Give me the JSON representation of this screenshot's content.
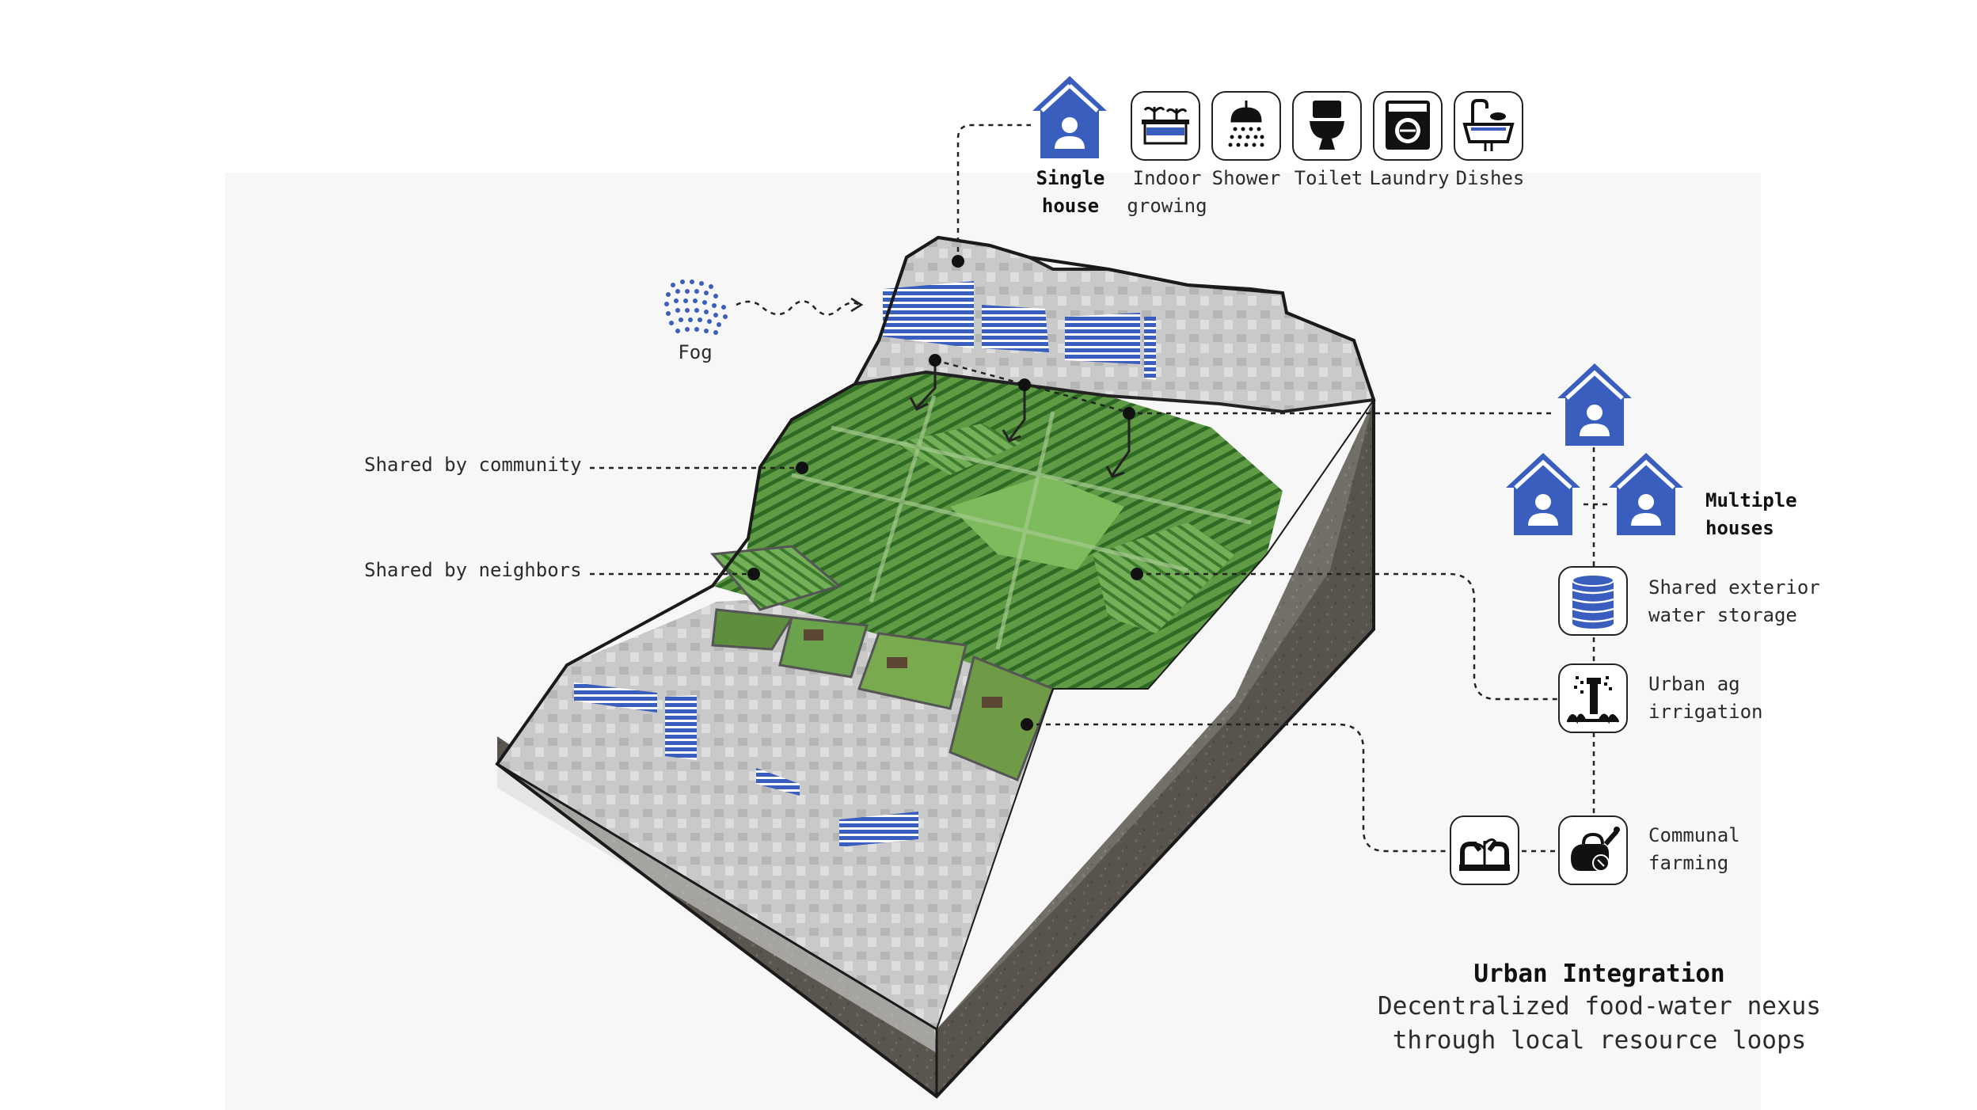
{
  "colors": {
    "accent_blue": "#3a5ebd",
    "grass": "#6aa84f",
    "grass_dark": "#3f7a2c",
    "soil_dark": "#4a4640",
    "soil_mid": "#6e6a63",
    "buildings": "#cfcfcf",
    "panel": "#f7f7f7"
  },
  "labels": {
    "fog": "Fog",
    "shared_by_community": "Shared by community",
    "shared_by_neighbors": "Shared by neighbors",
    "single_house_line1": "Single",
    "single_house_line2": "house",
    "indoor_growing_line1": "Indoor",
    "indoor_growing_line2": "growing",
    "shower": "Shower",
    "toilet": "Toilet",
    "laundry": "Laundry",
    "dishes": "Dishes",
    "multiple_houses_line1": "Multiple",
    "multiple_houses_line2": "houses",
    "shared_storage_line1": "Shared exterior",
    "shared_storage_line2": "water storage",
    "urban_ag_line1": "Urban ag",
    "urban_ag_line2": "irrigation",
    "communal_line1": "Communal",
    "communal_line2": "farming"
  },
  "title_block": {
    "title": "Urban Integration",
    "subtitle": "Decentralized food-water nexus\nthrough local resource loops"
  },
  "icons": {
    "single_house": "house-person-icon",
    "indoor_growing": "planter-icon",
    "shower": "shower-icon",
    "toilet": "toilet-icon",
    "laundry": "washing-machine-icon",
    "dishes": "sink-icon",
    "storage": "water-tank-icon",
    "irrigation": "sprinkler-icon",
    "communal_a": "hands-plant-icon",
    "communal_b": "watering-can-icon",
    "fog": "fog-dots-icon"
  }
}
